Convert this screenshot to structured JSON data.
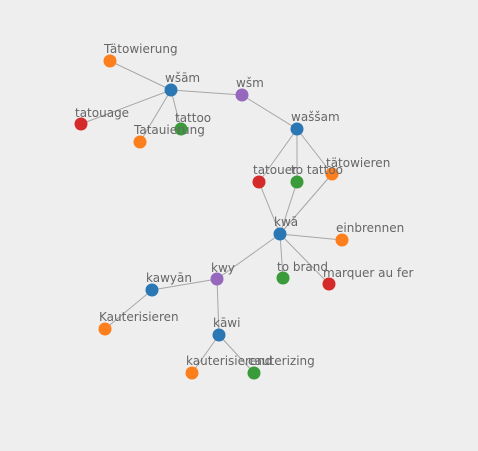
{
  "colors": {
    "background": "#eeeeee",
    "edge": "#a6a6a6",
    "label": "#666666",
    "blue": "#2a77b4",
    "orange": "#fd7e1c",
    "green": "#3a9b3a",
    "red": "#d42a2a",
    "purple": "#9567bd"
  },
  "nodes": [
    {
      "id": "tatowierung",
      "label": "Tätowierung",
      "color": "orange"
    },
    {
      "id": "wsam1",
      "label": "wšām",
      "color": "blue"
    },
    {
      "id": "wsm",
      "label": "wšm",
      "color": "purple"
    },
    {
      "id": "tatouage",
      "label": "tatouage",
      "color": "red"
    },
    {
      "id": "tattoo1",
      "label": "tattoo",
      "color": "green"
    },
    {
      "id": "tatauierung",
      "label": "Tatauierung",
      "color": "orange"
    },
    {
      "id": "wassam",
      "label": "waššam",
      "color": "blue"
    },
    {
      "id": "tatouer",
      "label": "tatouer",
      "color": "red"
    },
    {
      "id": "to_tattoo",
      "label": "to tattoo",
      "color": "green"
    },
    {
      "id": "tatowieren",
      "label": "tätowieren",
      "color": "orange"
    },
    {
      "id": "kwa",
      "label": "kwā",
      "color": "blue"
    },
    {
      "id": "einbrennen",
      "label": "einbrennen",
      "color": "orange"
    },
    {
      "id": "kwy",
      "label": "kwy",
      "color": "purple"
    },
    {
      "id": "to_brand",
      "label": "to brand",
      "color": "green"
    },
    {
      "id": "marquer",
      "label": "marquer au fer",
      "color": "red"
    },
    {
      "id": "kawyan",
      "label": "kawyān",
      "color": "blue"
    },
    {
      "id": "kauterisieren",
      "label": "Kauterisieren",
      "color": "orange"
    },
    {
      "id": "kawi",
      "label": "kāwi",
      "color": "blue"
    },
    {
      "id": "kauterisierend",
      "label": "kauterisierend",
      "color": "orange"
    },
    {
      "id": "cauterizing",
      "label": "cauterizing",
      "color": "green"
    }
  ],
  "edges": [
    [
      "wsam1",
      "tatowierung"
    ],
    [
      "wsam1",
      "tatouage"
    ],
    [
      "wsam1",
      "tattoo1"
    ],
    [
      "wsam1",
      "tatauierung"
    ],
    [
      "wsam1",
      "wsm"
    ],
    [
      "wsm",
      "wassam"
    ],
    [
      "wassam",
      "tatouer"
    ],
    [
      "wassam",
      "to_tattoo"
    ],
    [
      "wassam",
      "tatowieren"
    ],
    [
      "kwa",
      "tatouer"
    ],
    [
      "kwa",
      "to_tattoo"
    ],
    [
      "kwa",
      "tatowieren"
    ],
    [
      "kwa",
      "einbrennen"
    ],
    [
      "kwa",
      "to_brand"
    ],
    [
      "kwa",
      "marquer"
    ],
    [
      "kwa",
      "kwy"
    ],
    [
      "kwy",
      "kawyan"
    ],
    [
      "kwy",
      "kawi"
    ],
    [
      "kawyan",
      "kauterisieren"
    ],
    [
      "kawi",
      "kauterisierend"
    ],
    [
      "kawi",
      "cauterizing"
    ]
  ]
}
